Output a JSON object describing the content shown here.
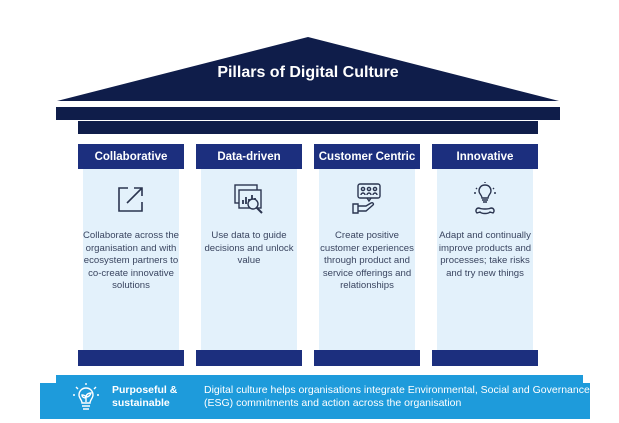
{
  "title": "Pillars of Digital Culture",
  "pillars": [
    {
      "label": "Collaborative",
      "icon": "external-link-icon",
      "description": "Collaborate across the organisation and with ecosystem partners to co-create innovative solutions"
    },
    {
      "label": "Data-driven",
      "icon": "data-analysis-icon",
      "description": "Use data to guide decisions and unlock value"
    },
    {
      "label": "Customer Centric",
      "icon": "customer-hand-icon",
      "description": "Create positive customer experiences through product and service offerings and relationships"
    },
    {
      "label": "Innovative",
      "icon": "lightbulb-gear-icon",
      "description": "Adapt and continually improve products and processes; take risks and try new things"
    }
  ],
  "foundation": {
    "icon": "lightbulb-leaf-icon",
    "label": "Purposeful & sustainable",
    "description": "Digital culture helps organisations integrate Environmental, Social and Governance (ESG) commitments and action across the organisation"
  },
  "colors": {
    "navy": "#0f1d4a",
    "pillar_header": "#1c2f7e",
    "pillar_body": "#e3f1fb",
    "base": "#1e9bdb"
  }
}
